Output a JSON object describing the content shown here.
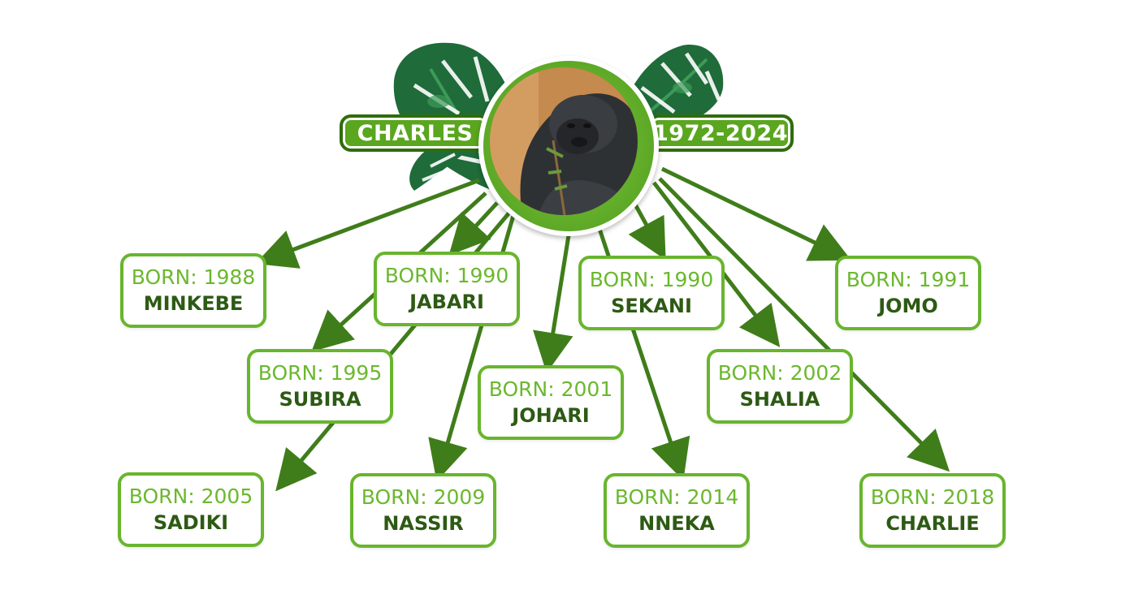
{
  "header": {
    "name": "CHARLES",
    "years": "1972-2024"
  },
  "children": [
    {
      "id": "minkebe",
      "born_label": "BORN: 1988",
      "name": "MINKEBE"
    },
    {
      "id": "jabari",
      "born_label": "BORN: 1990",
      "name": "JABARI"
    },
    {
      "id": "sekani",
      "born_label": "BORN: 1990",
      "name": "SEKANI"
    },
    {
      "id": "jomo",
      "born_label": "BORN: 1991",
      "name": "JOMO"
    },
    {
      "id": "subira",
      "born_label": "BORN: 1995",
      "name": "SUBIRA"
    },
    {
      "id": "johari",
      "born_label": "BORN: 2001",
      "name": "JOHARI"
    },
    {
      "id": "shalia",
      "born_label": "BORN: 2002",
      "name": "SHALIA"
    },
    {
      "id": "sadiki",
      "born_label": "BORN: 2005",
      "name": "SADIKI"
    },
    {
      "id": "nassir",
      "born_label": "BORN: 2009",
      "name": "NASSIR"
    },
    {
      "id": "nneka",
      "born_label": "BORN: 2014",
      "name": "NNEKA"
    },
    {
      "id": "charlie",
      "born_label": "BORN: 2018",
      "name": "CHARLIE"
    }
  ],
  "colors": {
    "arrow": "#3f7d1a",
    "node_border": "#69b52e",
    "born_text": "#6bb82e",
    "name_text": "#2d5a14",
    "pill_fill": "#5aa61f",
    "leaf_dark": "#1f6b3a",
    "leaf_light": "#3d9a58"
  }
}
